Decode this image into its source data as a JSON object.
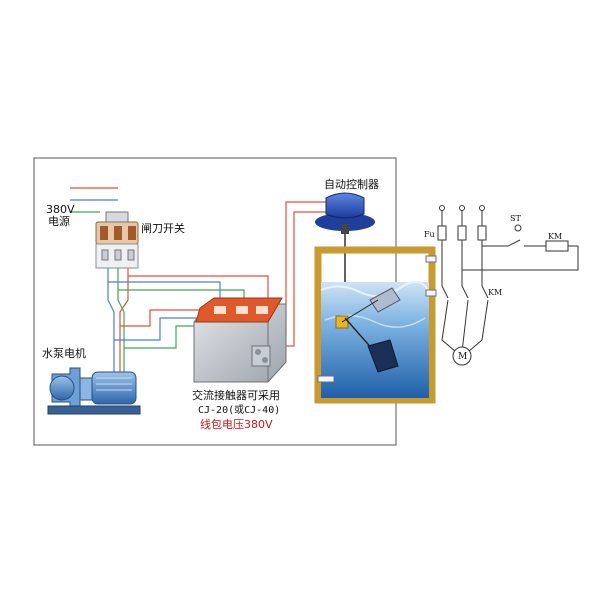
{
  "labels": {
    "power": "380V",
    "power_source": "电源",
    "knife_switch": "闸刀开关",
    "auto_controller": "自动控制器",
    "pump_motor": "水泵电机",
    "contactor": "交流接触器可采用",
    "contactor_model": "CJ-20(或CJ-40)",
    "coil_voltage": "线包电压380V"
  },
  "schematic": {
    "fuse": "Fu",
    "start": "ST",
    "km_coil": "KM",
    "km_contacts": "KM",
    "motor": "M"
  },
  "colors": {
    "wire_red": "#e0503c",
    "wire_blue": "#4a7fd0",
    "wire_green": "#3fa65a",
    "water": "#3f82c8",
    "tank_frame": "#d8b04a"
  }
}
